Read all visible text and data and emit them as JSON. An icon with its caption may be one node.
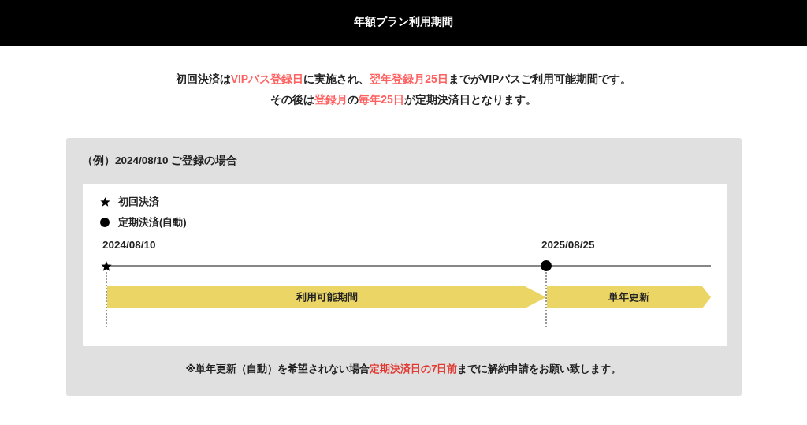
{
  "diagram": {
    "title": "年額プラン利用期間",
    "nodes": [
      {
        "text": [
          "（例）2024/08/10 ご登録の場合",
          "※単年更新（自動）を希望されない場合**定期決済日の7日前**までに解約申請をお願い致します。"
        ]
      },
      {
        "text": [],
        "shape": "box",
        "in": 0
      },
      {
        "text": [
          "利用可能期間"
        ],
        "in": 1
      },
      {
        "text": [
          "単年更新"
        ],
        "in": 1
      }
    ],
    "labels": [
      "初回決済は**VIPパス登録日**に実施され、**翌年登録月25日**までがVIPパスご利用可能期間です。",
      "その後は**登録月**の**毎年25日**が定期決済日となります。",
      "2024/08/10",
      "2025/08/25"
    ],
    "legend": [
      {
        "text": "初回決済"
      },
      {
        "text": "定期決済(自動)"
      }
    ]
  }
}
